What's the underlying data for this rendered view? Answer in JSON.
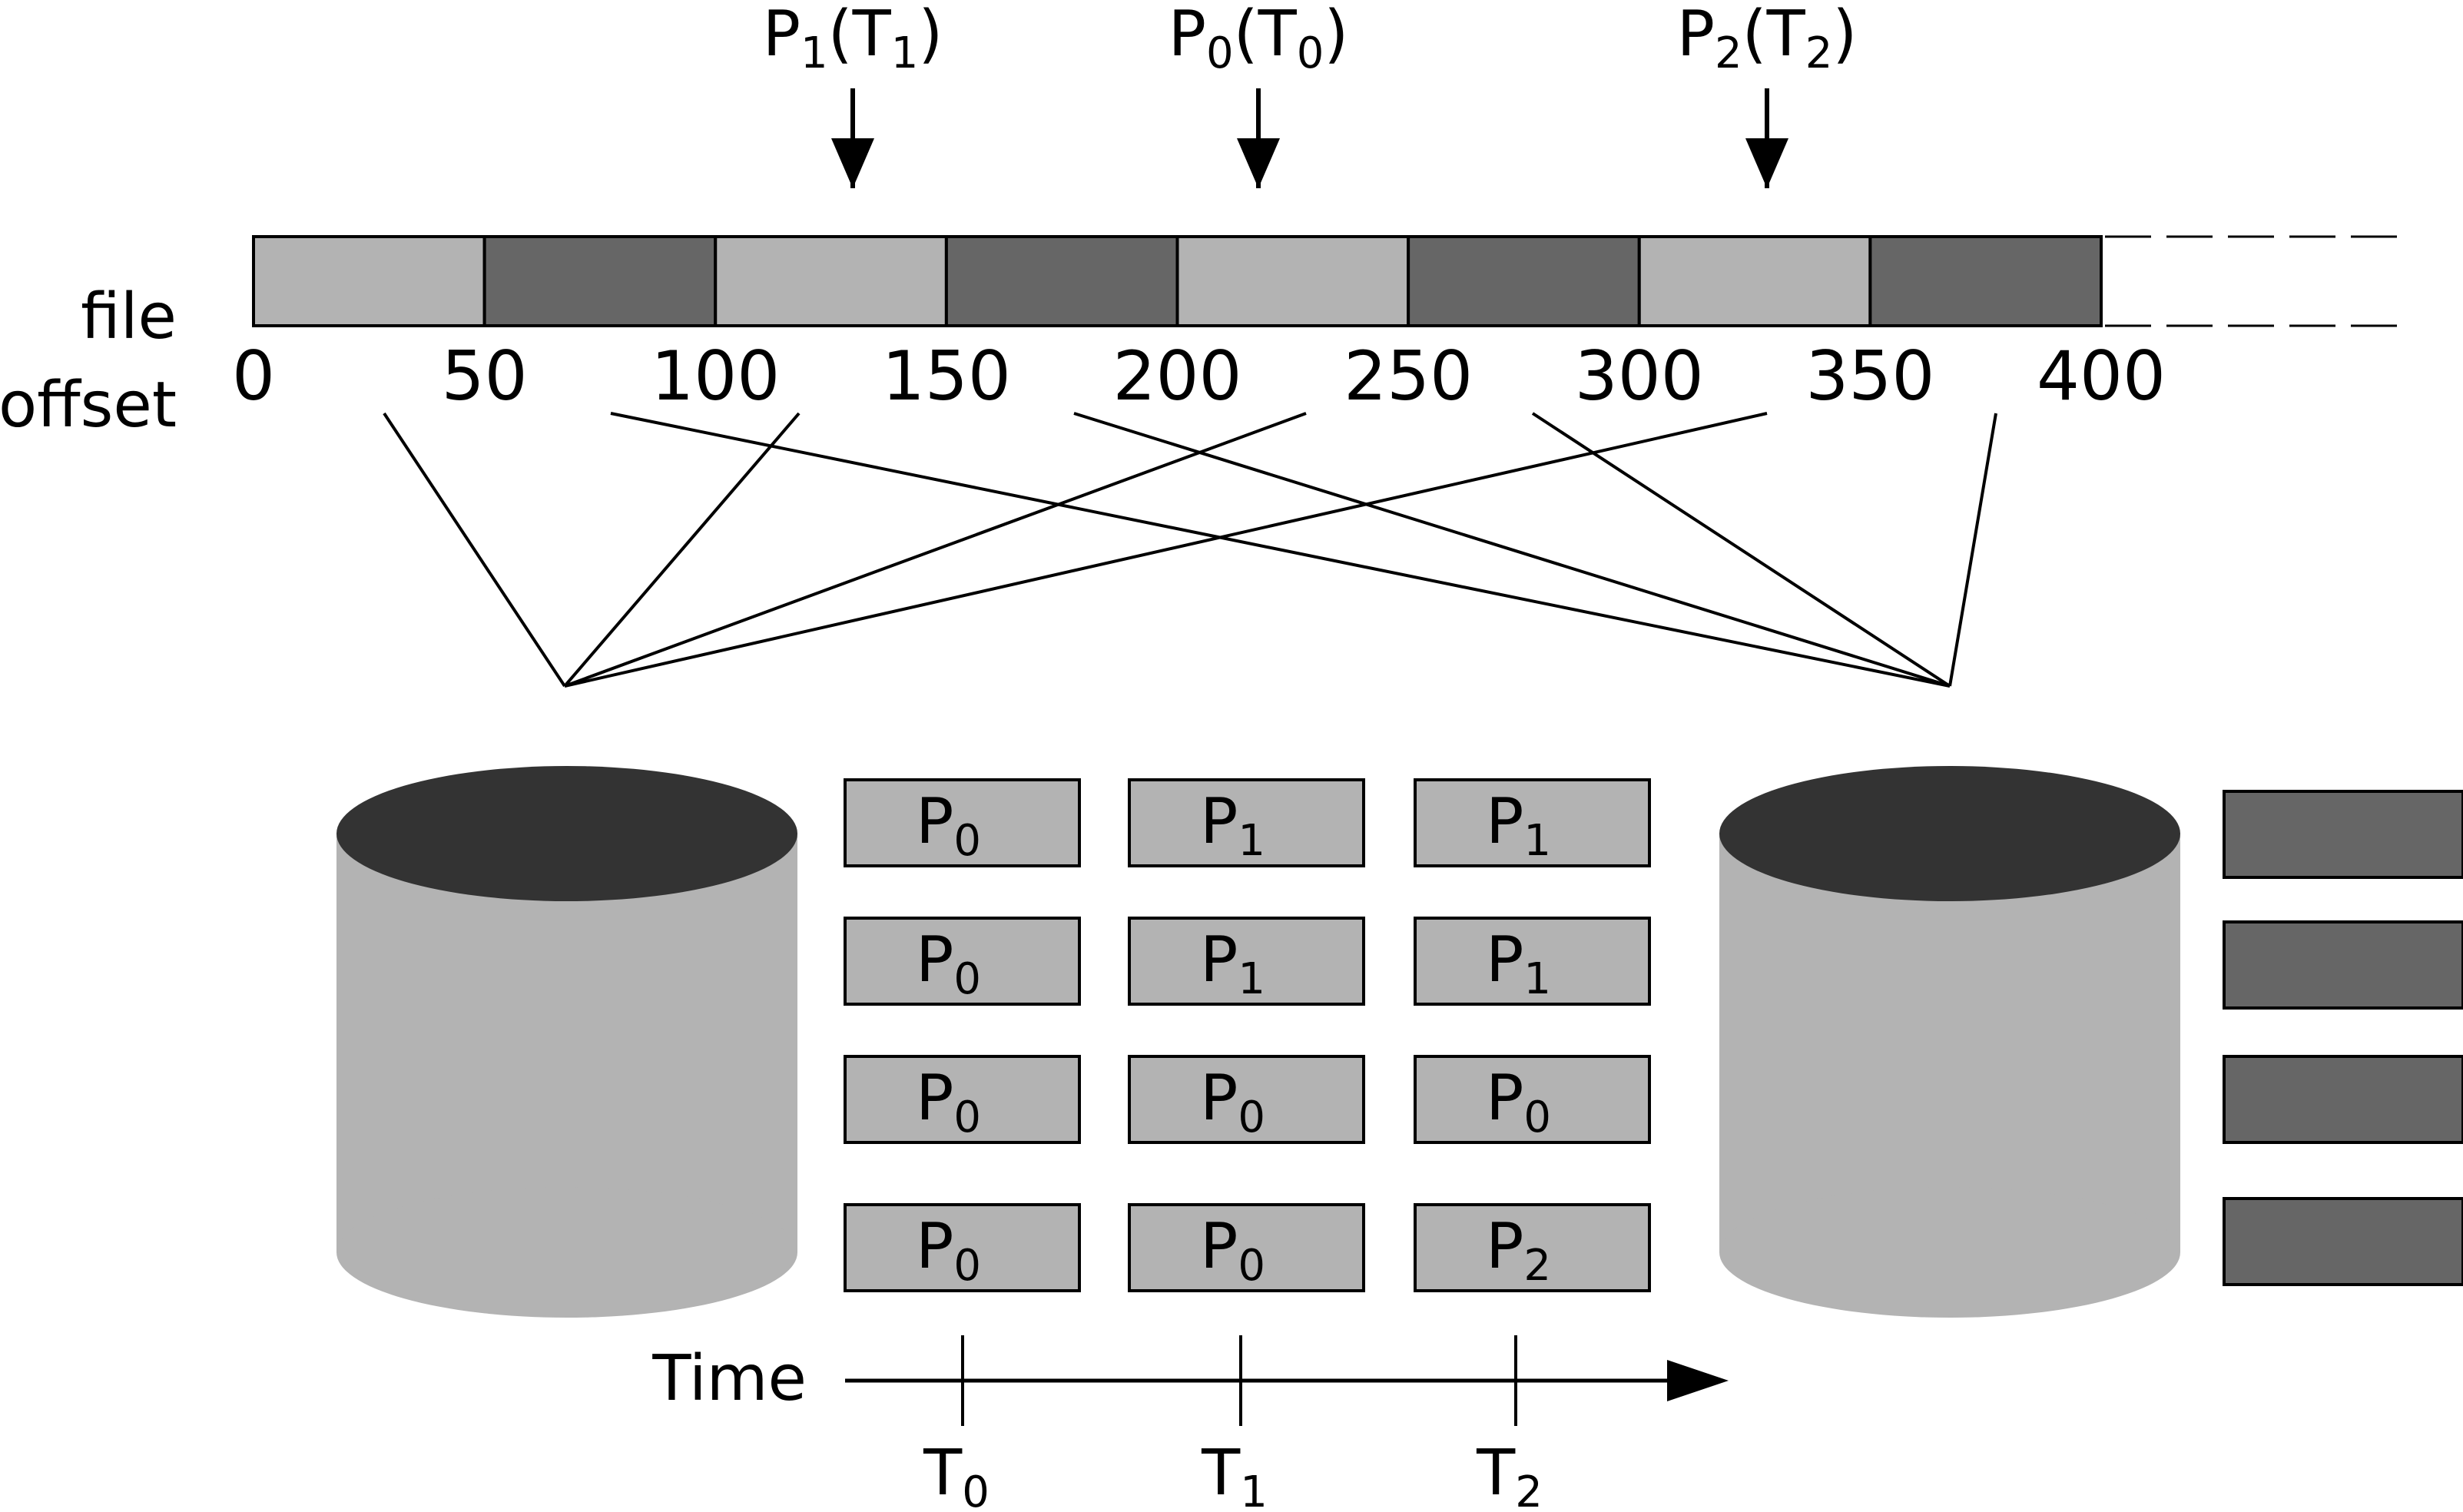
{
  "diagram": {
    "colors": {
      "light": "#b3b3b3",
      "dark": "#666666",
      "disk_top": "#333333",
      "line": "#000000"
    },
    "file_label": [
      "file",
      "offset"
    ],
    "offsets": [
      "0",
      "50",
      "100",
      "150",
      "200",
      "250",
      "300",
      "350",
      "400"
    ],
    "stripe_pattern": [
      "light",
      "dark",
      "light",
      "dark",
      "light",
      "dark",
      "light",
      "dark"
    ],
    "pointers": [
      {
        "process": "P",
        "process_sub": "1",
        "time": "T",
        "time_sub": "1"
      },
      {
        "process": "P",
        "process_sub": "0",
        "time": "T",
        "time_sub": "0"
      },
      {
        "process": "P",
        "process_sub": "2",
        "time": "T",
        "time_sub": "2"
      }
    ],
    "queue": [
      [
        {
          "p": "P",
          "s": "0"
        },
        {
          "p": "P",
          "s": "1"
        },
        {
          "p": "P",
          "s": "1"
        }
      ],
      [
        {
          "p": "P",
          "s": "0"
        },
        {
          "p": "P",
          "s": "1"
        },
        {
          "p": "P",
          "s": "1"
        }
      ],
      [
        {
          "p": "P",
          "s": "0"
        },
        {
          "p": "P",
          "s": "0"
        },
        {
          "p": "P",
          "s": "0"
        }
      ],
      [
        {
          "p": "P",
          "s": "0"
        },
        {
          "p": "P",
          "s": "0"
        },
        {
          "p": "P",
          "s": "2"
        }
      ]
    ],
    "time_axis": {
      "label": "Time",
      "ticks": [
        {
          "t": "T",
          "s": "0"
        },
        {
          "t": "T",
          "s": "1"
        },
        {
          "t": "T",
          "s": "2"
        }
      ]
    },
    "right_queue_count": 4
  }
}
